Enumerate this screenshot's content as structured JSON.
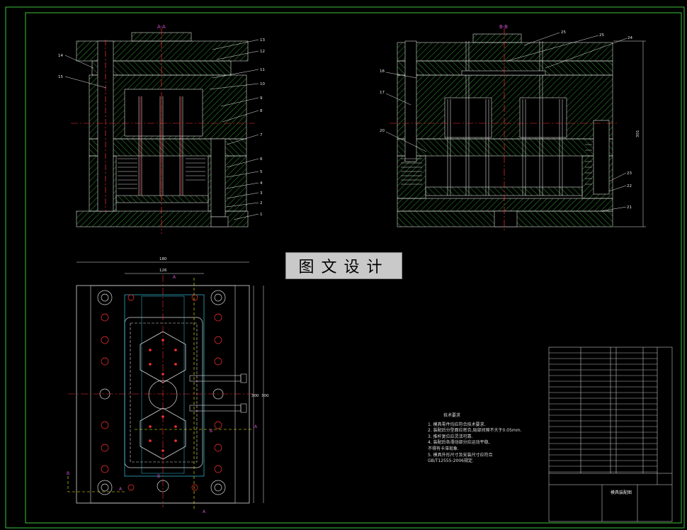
{
  "drawing": {
    "section_aa_label": "A-A",
    "section_bb_label": "B-B",
    "watermark": "图文设计",
    "plan_dims": [
      "180",
      "126",
      "300",
      "300"
    ],
    "section_mark_labels": [
      "A",
      "A",
      "B",
      "B",
      "A",
      "A",
      "B"
    ],
    "aa_balloons": [
      "13",
      "12",
      "11",
      "10",
      "9",
      "8",
      "7",
      "6",
      "5",
      "4",
      "3",
      "2",
      "1",
      "14",
      "15"
    ],
    "bb_balloons": [
      "25",
      "25",
      "24",
      "16",
      "17",
      "20",
      "23",
      "22",
      "21"
    ],
    "bb_height_dim": "301",
    "notes_title": "技术要求",
    "notes_lines": [
      "1. 模具零件均应符合技术要求.",
      "2. 装配后分型面应密合,局部间隙不大于0.05mm.",
      "3. 推杆复位应灵活可靠.",
      "4. 装配后各滑动部分应运动平稳,",
      "   不得有卡滞现象.",
      "5. 模具外形尺寸及安装尺寸应符合",
      "   GB/T12555-2006规定."
    ],
    "title_block_name": "模具装配图"
  }
}
